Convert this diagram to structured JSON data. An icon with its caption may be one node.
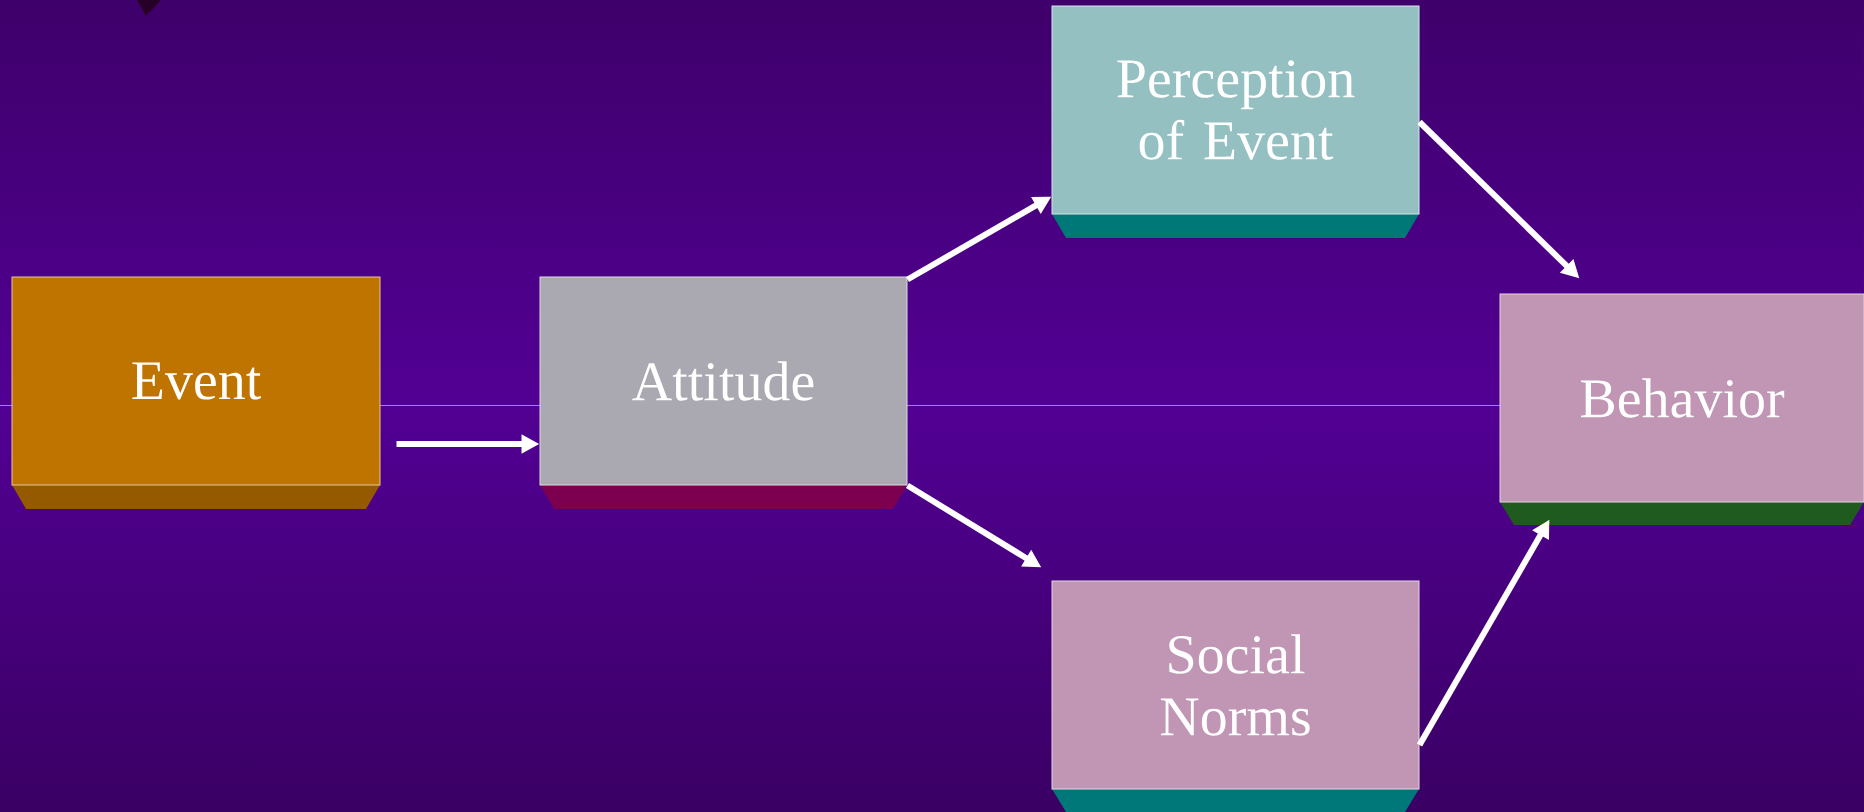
{
  "diagram": {
    "nodes": [
      {
        "text": [
          "Event"
        ]
      },
      {
        "text": [
          "Attitude"
        ]
      },
      {
        "text": [
          "Perception of Event"
        ]
      },
      {
        "text": [
          "Social Norms"
        ]
      },
      {
        "text": [
          "Behavior"
        ]
      }
    ],
    "edges": [
      {
        "from": 0,
        "to": 1,
        "arrow": "to"
      },
      {
        "from": 1,
        "to": 2,
        "arrow": "to"
      },
      {
        "from": 1,
        "to": 3,
        "arrow": "to"
      },
      {
        "from": 2,
        "to": 4,
        "arrow": "to"
      },
      {
        "from": 3,
        "to": 4,
        "arrow": "to"
      }
    ]
  }
}
